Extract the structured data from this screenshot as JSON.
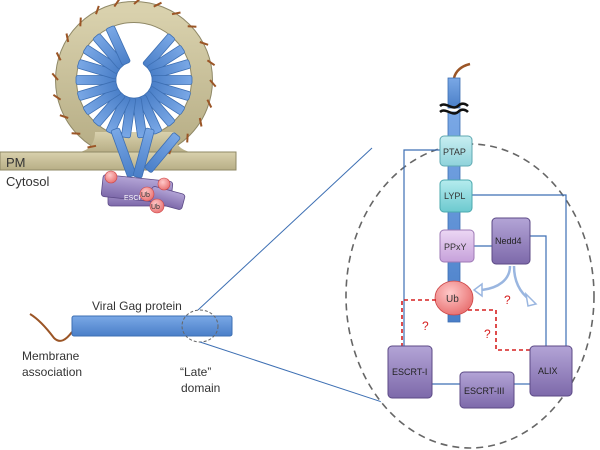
{
  "labels": {
    "pm": "PM",
    "cytosol": "Cytosol",
    "escrt_small": "ESCRT",
    "ub_small_1": "Ub",
    "ub_small_2": "Ub",
    "viral_gag": "Viral Gag protein",
    "membrane_assoc_1": "Membrane",
    "membrane_assoc_2": "association",
    "late_1": "“Late”",
    "late_2": "domain"
  },
  "motifs": {
    "ptap": "PTAP",
    "lypl": "LYPL",
    "ppxy": "PPxY",
    "nedd4": "Nedd4",
    "ub": "Ub",
    "escrt1": "ESCRT-I",
    "escrt3": "ESCRT-III",
    "alix": "ALIX",
    "question": "?"
  },
  "colors": {
    "gag_blue": "#5b8fd6",
    "gag_stroke": "#3d6fb3",
    "membrane": "#c8bf98",
    "membrane_stroke": "#8f8866",
    "lipid_tail": "#9b5526",
    "ptap": "#a6dde4",
    "lypl": "#7fd0d6",
    "ppxy": "#d6b4e6",
    "nedd4": "#8e78b6",
    "escrt": "#9481bd",
    "ub": "#f08a8a",
    "dashed_red": "#d62020",
    "connector": "#3d6fb3"
  }
}
